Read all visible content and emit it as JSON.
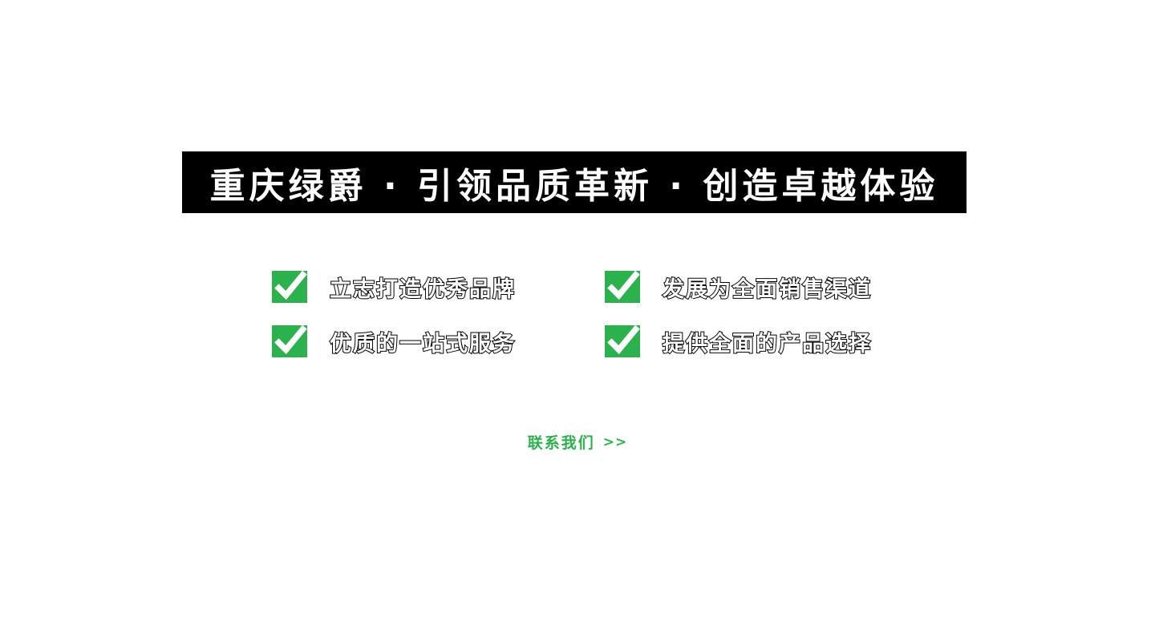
{
  "banner": {
    "title": "重庆绿爵 · 引领品质革新 · 创造卓越体验"
  },
  "features": [
    {
      "label": "立志打造优秀品牌"
    },
    {
      "label": "发展为全面销售渠道"
    },
    {
      "label": "优质的一站式服务"
    },
    {
      "label": "提供全面的产品选择"
    }
  ],
  "contact": {
    "label": "联系我们",
    "arrow": ">>"
  },
  "colors": {
    "green": "#2bb24c",
    "banner_bg": "#000000",
    "text_white": "#ffffff"
  }
}
